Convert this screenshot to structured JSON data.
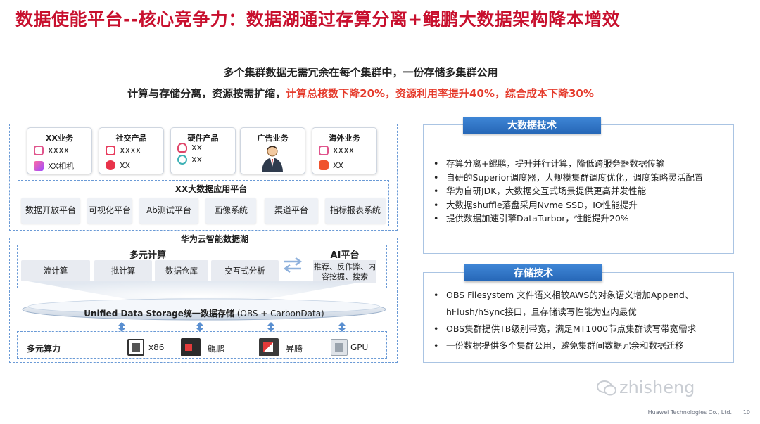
{
  "title": "数据使能平台--核心竞争力：数据湖通过存算分离+鲲鹏大数据架构降本增效",
  "subtitle_line1": "多个集群数据无需冗余在每个集群中，一份存储多集群公用",
  "subtitle_line2_normal": "计算与存储分离，资源按需扩缩，",
  "subtitle_line2_red": "计算总核数下降20%，资源利用率提升40%，综合成本下降30%",
  "colors": {
    "brand_red": "#c8102e",
    "accent_blue": "#2f74c9",
    "highlight_red": "#e53b2c"
  },
  "business_cards": [
    {
      "header": "XX业务",
      "items": [
        {
          "icon": "camera-app-icon",
          "text": "XXXX"
        },
        {
          "icon": "xx-camera-app-icon",
          "text": "XX相机"
        }
      ]
    },
    {
      "header": "社交产品",
      "items": [
        {
          "icon": "social-app-icon",
          "text": "XXXX"
        },
        {
          "icon": "mp-app-icon",
          "text": "XX"
        }
      ]
    },
    {
      "header": "硬件产品",
      "items": [
        {
          "icon": "hardware-icon",
          "text": "XX"
        },
        {
          "icon": "hardware-icon-2",
          "text": "XX"
        }
      ]
    },
    {
      "header": "广告业务",
      "items": []
    },
    {
      "header": "海外业务",
      "items": [
        {
          "icon": "overseas-app-icon",
          "text": "XXXX"
        },
        {
          "icon": "overseas-app-icon-2",
          "text": "XX"
        }
      ]
    }
  ],
  "app_platform": {
    "title": "XX大数据应用平台",
    "items": [
      "数据开放平台",
      "可视化平台",
      "Ab测试平台",
      "画像系统",
      "渠道平台",
      "指标报表系统"
    ]
  },
  "data_lake": {
    "title": "华为云智能数据湖",
    "multi_compute": {
      "title": "多元计算",
      "items": [
        "流计算",
        "批计算",
        "数据仓库",
        "交互式分析"
      ]
    },
    "ai_platform": {
      "title": "AI平台",
      "text": "推荐、反作弊、内容挖掘、搜索"
    },
    "storage_bold": "Unified Data Storage统一数据存储",
    "storage_light": " (OBS + CarbonData)"
  },
  "compute_power": {
    "title": "多元算力",
    "chips": [
      {
        "icon": "x86-chip-icon",
        "label": "x86"
      },
      {
        "icon": "kunpeng-chip-icon",
        "label": "鲲鹏"
      },
      {
        "icon": "ascend-chip-icon",
        "label": "昇腾"
      },
      {
        "icon": "gpu-chip-icon",
        "label": "GPU"
      }
    ]
  },
  "bigdata_tech": {
    "title": "大数据技术",
    "bullets": [
      "存算分离+鲲鹏，提升并行计算，降低跨服务器数据传输",
      "自研的Superior调度器，大规模集群调度优化，调度策略灵活配置",
      "华为自研JDK，大数据交互式场景提供更高并发性能",
      "大数据shuffle落盘采用Nvme SSD，IO性能提升",
      "提供数据加速引擎DataTurbor，性能提升20%"
    ]
  },
  "storage_tech": {
    "title": "存储技术",
    "bullets": [
      [
        "OBS Filesystem 文件语义相较AWS的对象语义增加Append、",
        "hFlush/hSync接口，且存储读写性能为业内最优"
      ],
      [
        "OBS集群提供TB级别带宽，满足MT1000节点集群读写带宽需求"
      ],
      [
        "一份数据提供多个集群公用，避免集群间数据冗余和数据迁移"
      ]
    ]
  },
  "watermark": "zhisheng",
  "footer": {
    "company": "Huawei Technologies Co., Ltd.",
    "page": "10"
  }
}
